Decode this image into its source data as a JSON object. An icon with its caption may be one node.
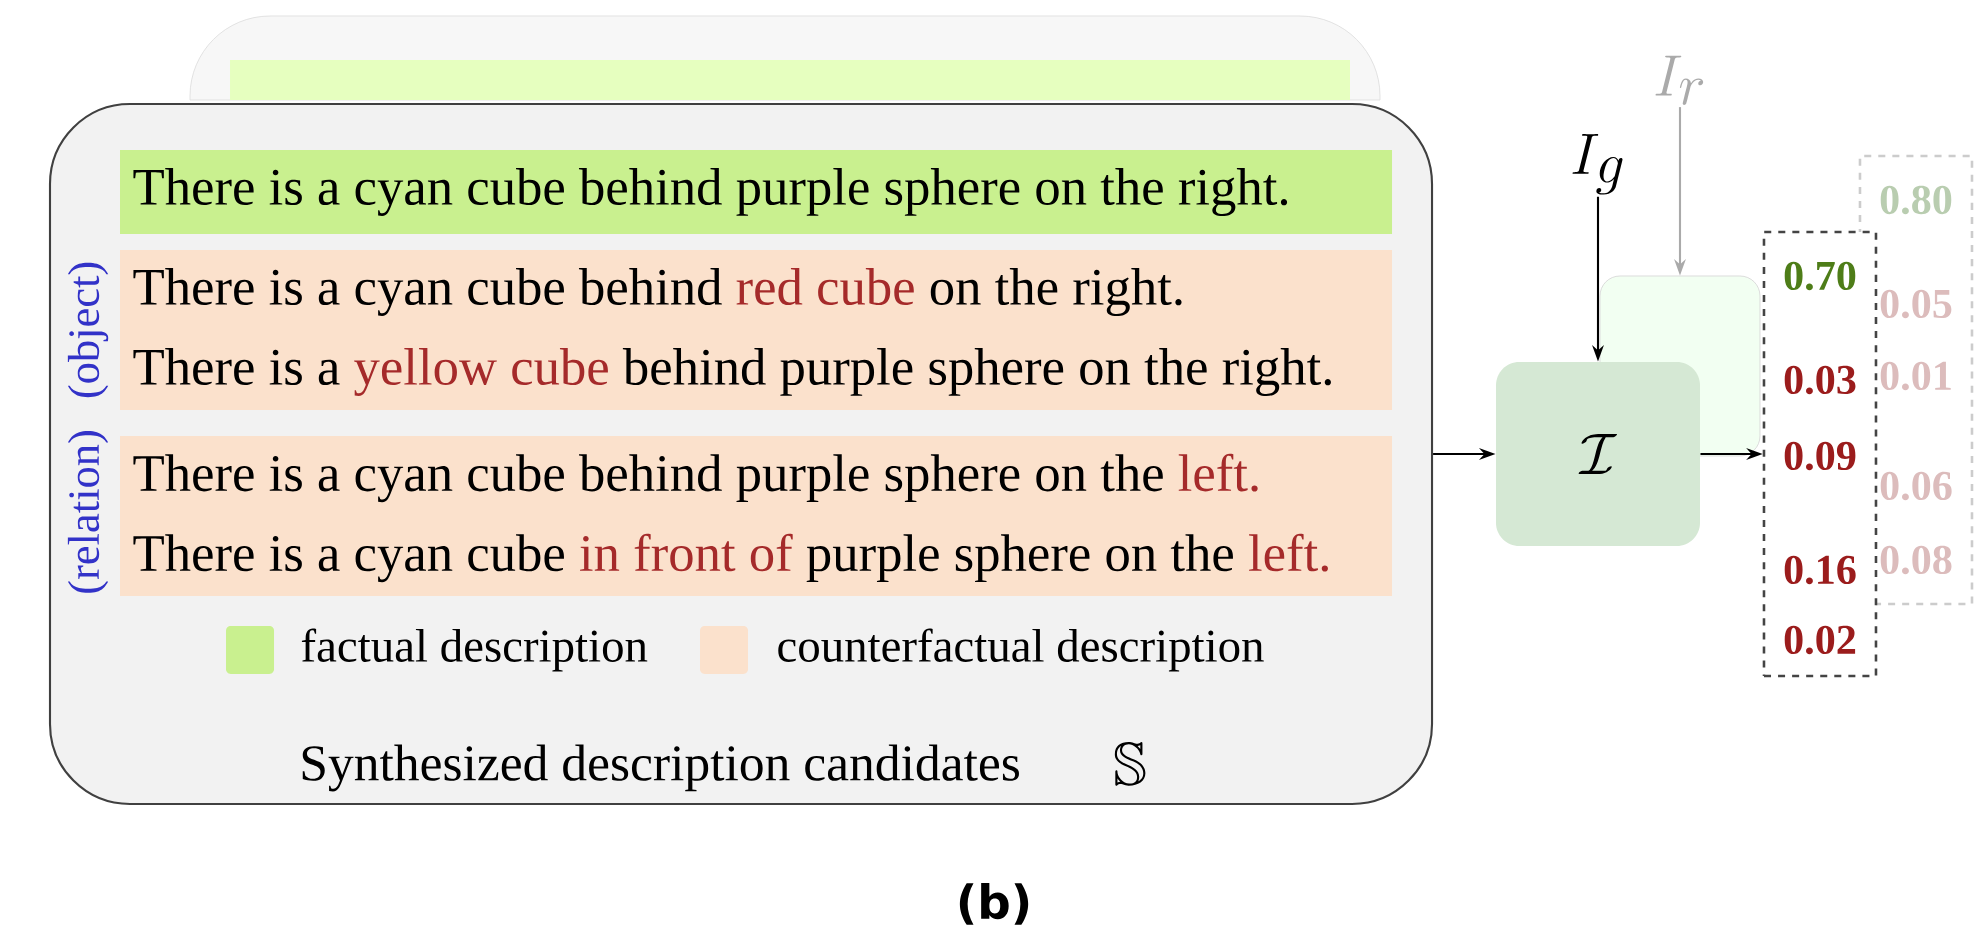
{
  "diagram": {
    "caption": "(b)",
    "nodes": [
      {
        "text": [],
        "shape": "box"
      },
      {
        "text": [],
        "shape": "box"
      },
      {
        "text": [
          "0.80",
          "0.05",
          "0.01",
          "0.06",
          "0.08"
        ]
      },
      {
        "text": [
          "Synthesized description candidates",
          "\\mathbb{S}"
        ]
      },
      {
        "text": [
          "There is a cyan cube behind purple sphere on the right."
        ],
        "in": 3
      },
      {
        "text": [
          "There is a cyan cube behind",
          "red cube",
          "on the right.",
          "There is a",
          "yellow cube",
          "behind purple sphere on the right."
        ],
        "in": 3
      },
      {
        "text": [
          "There is a cyan cube behind purple sphere on the",
          "left.",
          "There is a cyan cube",
          "in front of",
          "purple sphere on the",
          "left."
        ],
        "in": 3
      },
      {
        "text": [
          "\\mathcal{I}"
        ]
      },
      {
        "text": [
          "0.70",
          "0.03",
          "0.09",
          "0.16",
          "0.02"
        ]
      },
      {
        "text": [
          "I_g"
        ]
      },
      {
        "text": [
          "I_r"
        ]
      }
    ],
    "edges": [
      {
        "from": 3,
        "to": 7,
        "arrow": "to"
      },
      {
        "from": 9,
        "to": 7,
        "arrow": "to"
      },
      {
        "from": 10,
        "to": 1,
        "arrow": "to",
        "color": "#aaaaaa"
      },
      {
        "from": 7,
        "to": 8,
        "arrow": "to"
      }
    ],
    "labels": [
      "(relation)",
      "(object)"
    ],
    "legend": [
      {
        "text": "factual description",
        "color": "#c9f08f"
      },
      {
        "text": "counterfactual description",
        "color": "#fbe1cc"
      }
    ]
  }
}
